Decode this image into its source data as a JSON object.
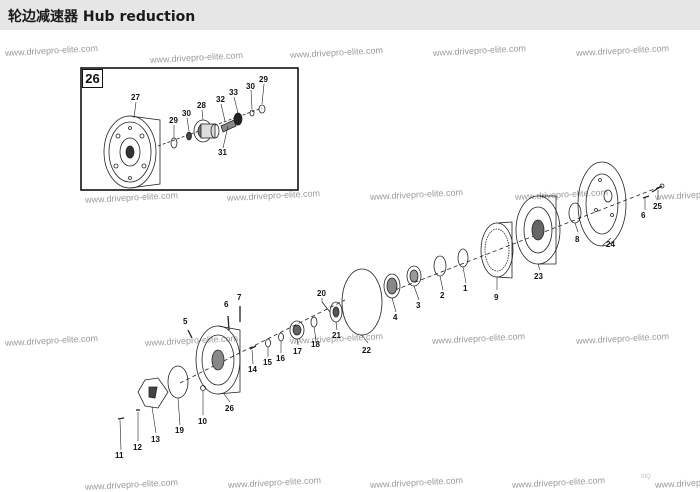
{
  "header": {
    "title": "轮边减速器  Hub reduction"
  },
  "watermark": "www.drivepro-elite.com",
  "inset": {
    "label": "26"
  },
  "corner_mark": "IIIQ",
  "colors": {
    "header_bg": "#e6e6e6",
    "line": "#222222",
    "watermark": "#9a9a9a"
  },
  "callouts": {
    "i27": "27",
    "i29a": "29",
    "i30a": "30",
    "i28": "28",
    "i32": "32",
    "i33": "33",
    "i30b": "30",
    "i29b": "29",
    "i31": "31",
    "p1": "1",
    "p2": "2",
    "p3": "3",
    "p4": "4",
    "p5": "5",
    "p6a": "6",
    "p6b": "6",
    "p7": "7",
    "p8": "8",
    "p9": "9",
    "p10": "10",
    "p11": "11",
    "p12": "12",
    "p13": "13",
    "p14": "14",
    "p15": "15",
    "p16": "16",
    "p17": "17",
    "p18": "18",
    "p19": "19",
    "p20": "20",
    "p21": "21",
    "p22": "22",
    "p23": "23",
    "p24": "24",
    "p25": "25",
    "p26": "26"
  }
}
